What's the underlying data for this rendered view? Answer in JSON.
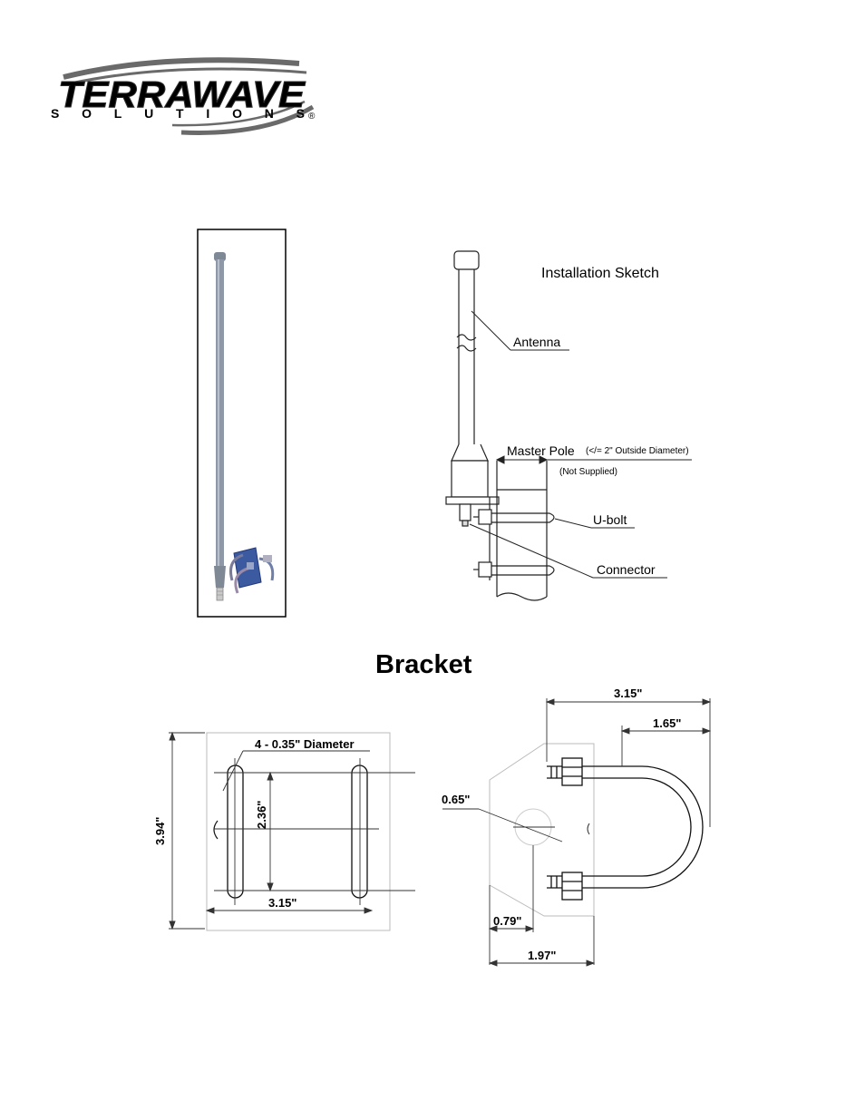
{
  "logo": {
    "brand": "TERRAWAVE",
    "tagline": "SOLUTIONS",
    "registered_mark": "®"
  },
  "installation_sketch": {
    "title": "Installation Sketch",
    "labels": {
      "antenna": "Antenna",
      "master_pole": "Master Pole",
      "master_pole_note": "(</= 2\" Outside Diameter)",
      "not_supplied": "(Not Supplied)",
      "u_bolt": "U-bolt",
      "connector": "Connector"
    }
  },
  "bracket": {
    "title": "Bracket",
    "front_view": {
      "hole_spec": "4 - 0.35\" Diameter",
      "height": "3.94\"",
      "hole_spacing_vertical": "2.36\"",
      "width": "3.15\""
    },
    "side_view": {
      "overall_width": "3.15\"",
      "ubolt_width": "1.65\"",
      "hole_diameter": "0.65\"",
      "hole_offset": "0.79\"",
      "plate_width": "1.97\""
    }
  },
  "colors": {
    "antenna_body": "#8e98a6",
    "antenna_highlight": "#b7c0cb",
    "bracket_blue": "#3c5aa0",
    "logo_gray": "#5c5c5c"
  }
}
